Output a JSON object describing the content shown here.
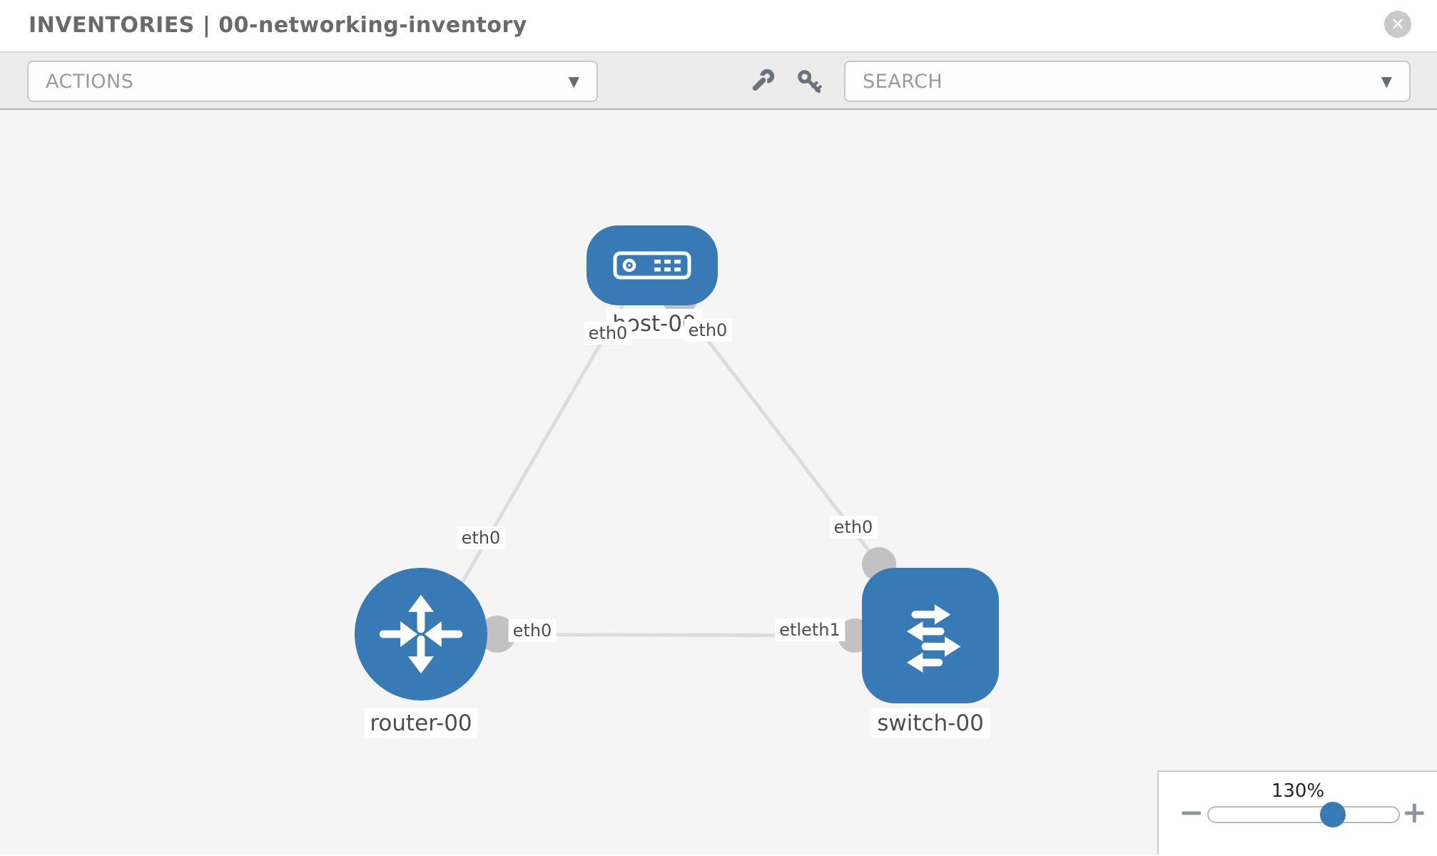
{
  "header": {
    "title": "INVENTORIES | 00-networking-inventory",
    "close": "✕"
  },
  "toolbar": {
    "actions_label": "ACTIONS",
    "search_placeholder": "SEARCH",
    "caret": "▼",
    "icons": [
      "wrench-icon",
      "key-icon"
    ]
  },
  "colors": {
    "node_blue": "#387ab5",
    "edge_gray": "#dcdcdc",
    "port_gray": "#c2c2c2",
    "canvas_bg": "#f5f5f5"
  },
  "graph": {
    "nodes": [
      {
        "id": "host-00",
        "type": "host",
        "label": "host-00"
      },
      {
        "id": "router-00",
        "type": "router",
        "label": "router-00"
      },
      {
        "id": "switch-00",
        "type": "switch",
        "label": "switch-00"
      }
    ],
    "links": [
      {
        "from": "host-00",
        "to": "router-00",
        "from_if": "eth0",
        "to_if": "eth0"
      },
      {
        "from": "host-00",
        "to": "switch-00",
        "from_if": "eth0",
        "to_if": "eth0"
      },
      {
        "from": "router-00",
        "to": "switch-00",
        "from_if": "eth0",
        "to_if": "etleth1"
      }
    ]
  },
  "zoom": {
    "level": "130%",
    "minus": "−",
    "plus": "+"
  }
}
